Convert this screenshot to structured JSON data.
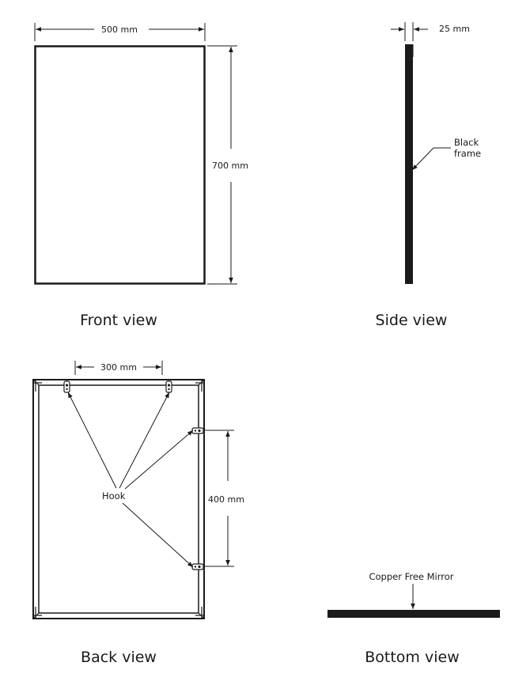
{
  "views": {
    "front": "Front view",
    "side": "Side view",
    "back": "Back view",
    "bottom": "Bottom view"
  },
  "dimensions": {
    "width": "500 mm",
    "height": "700 mm",
    "depth": "25 mm",
    "hook_spacing_top": "300 mm",
    "hook_spacing_side": "400 mm"
  },
  "callouts": {
    "frame": [
      "Black",
      "frame"
    ],
    "hook": "Hook",
    "mirror": "Copper Free Mirror"
  },
  "colors": {
    "ink": "#1a1a1a",
    "background": "#ffffff"
  }
}
